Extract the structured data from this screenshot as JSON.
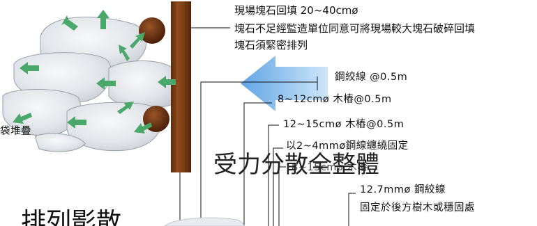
{
  "notes": {
    "line1": "現場塊石回填 20~40cmø",
    "line2": "塊石不足經監造單位同意可將現場較大塊石破碎回填",
    "line3": "塊石須緊密排列"
  },
  "labels": {
    "cable_a": "鋼絞線 @0.5m",
    "stake_small": "8~12cmø 木樁@0.5m",
    "stake_large": "12~15cmø 木樁@0.5m",
    "binding": "以2~4mmø鋼線纏繞固定",
    "fill": "8~15cmø 木樁",
    "cable_b": "12.7mmø 鋼絞線",
    "anchor": "固定於後方樹木或穩固處",
    "left_cut": "袋堆疊"
  },
  "headlines": {
    "force": "受力分散全整體",
    "bottom": "排列影散"
  },
  "colors": {
    "wood": "#7a3d12",
    "ball": "#6b3214",
    "arrow_green": "#4aa86a",
    "big_arrow": "#8ec5f2",
    "stone": "#e6e8ec"
  },
  "icons": [
    "force-arrow-icon"
  ]
}
